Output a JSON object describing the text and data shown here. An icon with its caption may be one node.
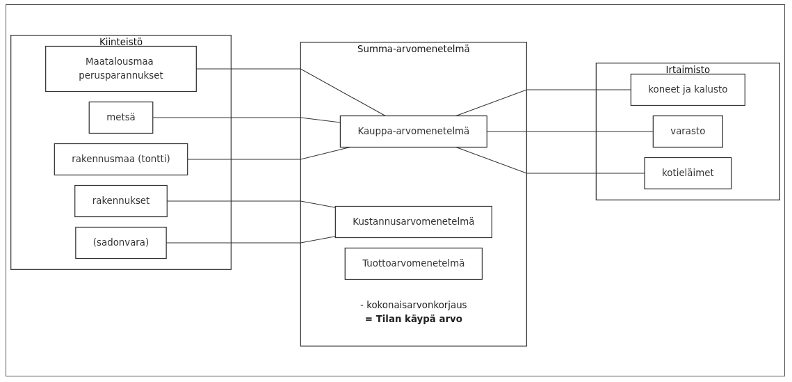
{
  "diagram": {
    "nodes": [
      {
        "text": [
          "Kiinteistö"
        ]
      },
      {
        "text": [
          "Maatalousmaa perusparannukset"
        ],
        "in": 0
      },
      {
        "text": [
          "metsä"
        ],
        "in": 0
      },
      {
        "text": [
          "rakennusmaa (tontti)"
        ],
        "in": 0
      },
      {
        "text": [
          "rakennukset"
        ],
        "in": 0
      },
      {
        "text": [
          "(sadonvara)"
        ],
        "in": 0
      },
      {
        "text": [
          "Summa-arvomenetelmä"
        ]
      },
      {
        "text": [
          "Kauppa-arvomenetelmä"
        ],
        "in": 6
      },
      {
        "text": [
          "Kustannusarvomenetelmä"
        ],
        "in": 6
      },
      {
        "text": [
          "Tuottoarvomenetelmä"
        ],
        "in": 6
      },
      {
        "text": [
          "- kokonaisarvonkorjaus",
          "= Tilan käypä arvo"
        ],
        "in": 6
      },
      {
        "text": [
          "Irtaimisto"
        ]
      },
      {
        "text": [
          "koneet ja kalusto"
        ],
        "in": 11
      },
      {
        "text": [
          "varasto"
        ],
        "in": 11
      },
      {
        "text": [
          "kotieläimet"
        ],
        "in": 11
      }
    ],
    "edges": [
      {
        "from": 1,
        "to": 7,
        "arrow": "none"
      },
      {
        "from": 2,
        "to": 7,
        "arrow": "none"
      },
      {
        "from": 3,
        "to": 7,
        "arrow": "none"
      },
      {
        "from": 4,
        "to": 8,
        "arrow": "none"
      },
      {
        "from": 5,
        "to": 8,
        "arrow": "none"
      },
      {
        "from": 7,
        "to": 12,
        "arrow": "none"
      },
      {
        "from": 7,
        "to": 13,
        "arrow": "none"
      },
      {
        "from": 7,
        "to": 14,
        "arrow": "none"
      }
    ]
  }
}
